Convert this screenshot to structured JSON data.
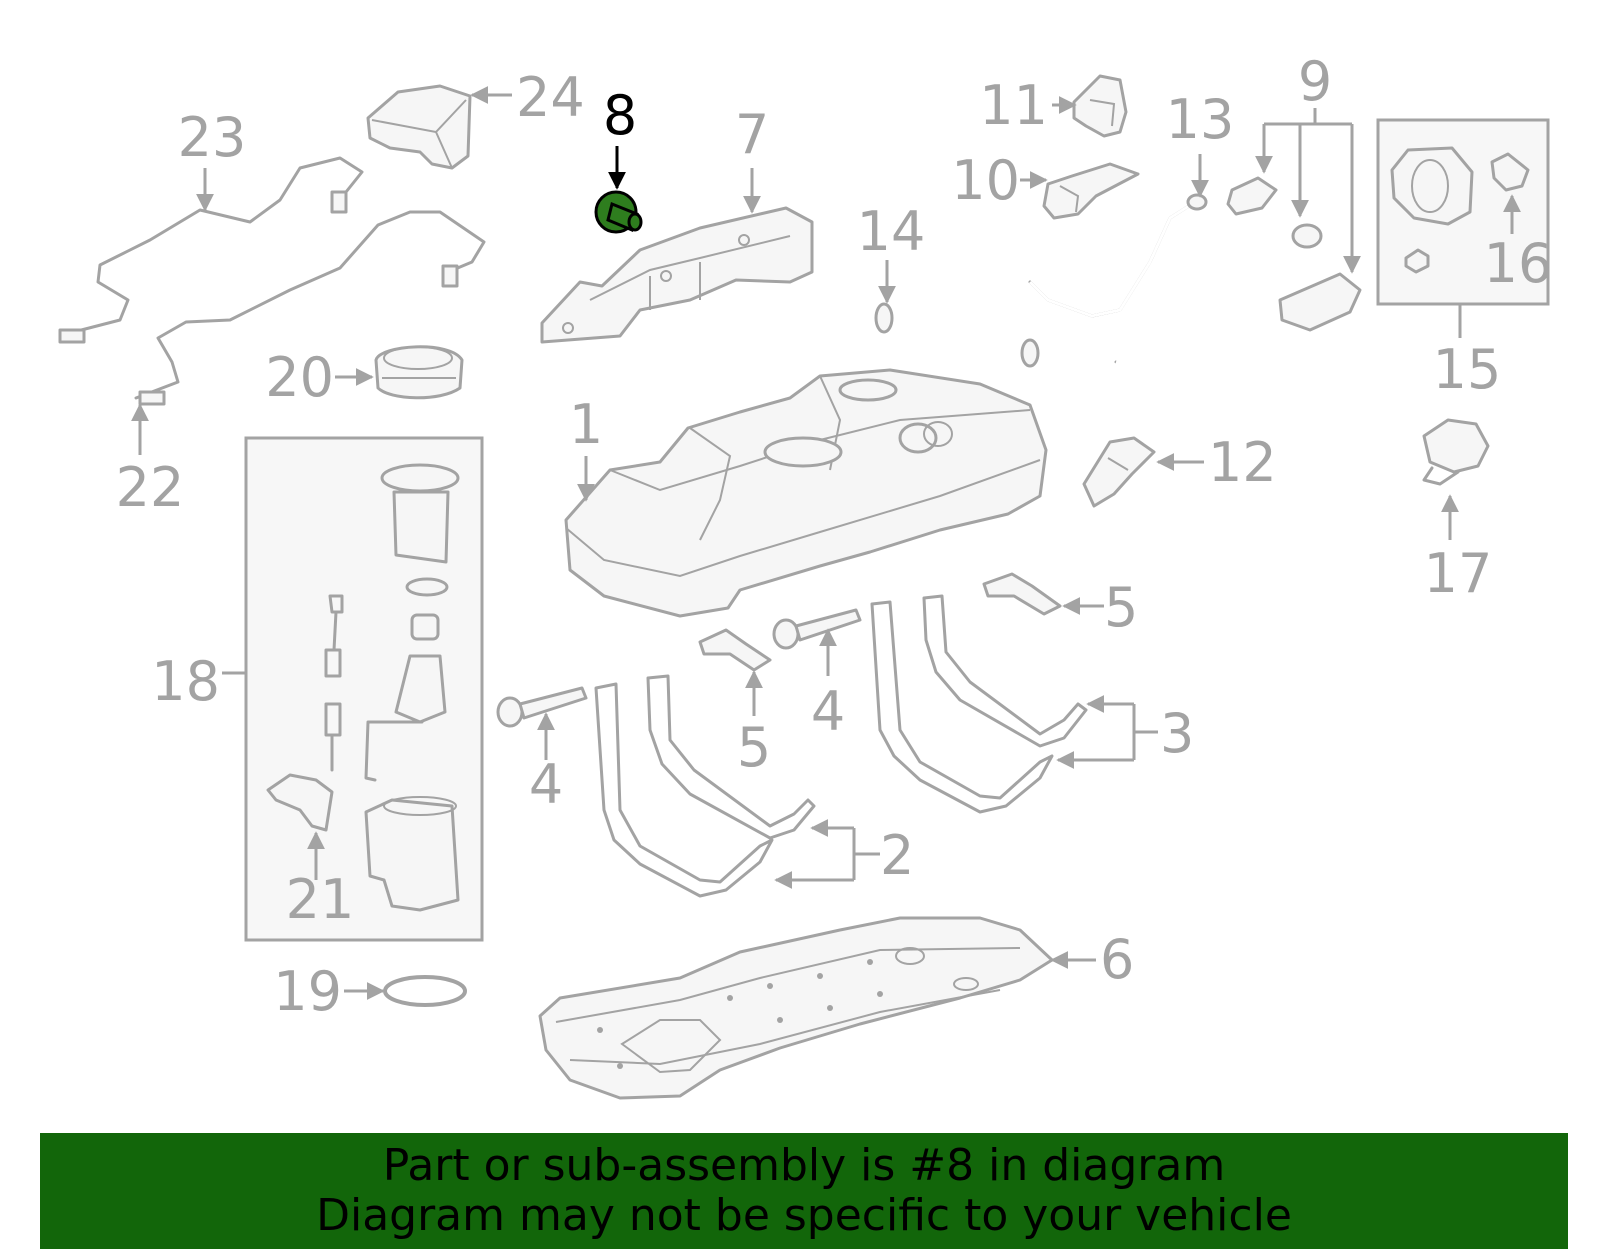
{
  "colors": {
    "line": "#a3a3a3",
    "highlight_line": "#000000",
    "highlight_fill": "#2e7d1e",
    "banner": "#12660a",
    "banner_text": "#000000",
    "box_fill": "#f7f7f7"
  },
  "highlighted_part": "8",
  "callouts": {
    "c1": "1",
    "c2": "2",
    "c3": "3",
    "c4a": "4",
    "c4b": "4",
    "c5a": "5",
    "c5b": "5",
    "c6": "6",
    "c7": "7",
    "c8": "8",
    "c9": "9",
    "c10": "10",
    "c11": "11",
    "c12": "12",
    "c13": "13",
    "c14": "14",
    "c15": "15",
    "c16": "16",
    "c17": "17",
    "c18": "18",
    "c19": "19",
    "c20": "20",
    "c21": "21",
    "c22": "22",
    "c23": "23",
    "c24": "24"
  },
  "banner": {
    "line1": "Part or sub-assembly is #8 in diagram",
    "line2": "Diagram may not be specific to your vehicle"
  }
}
